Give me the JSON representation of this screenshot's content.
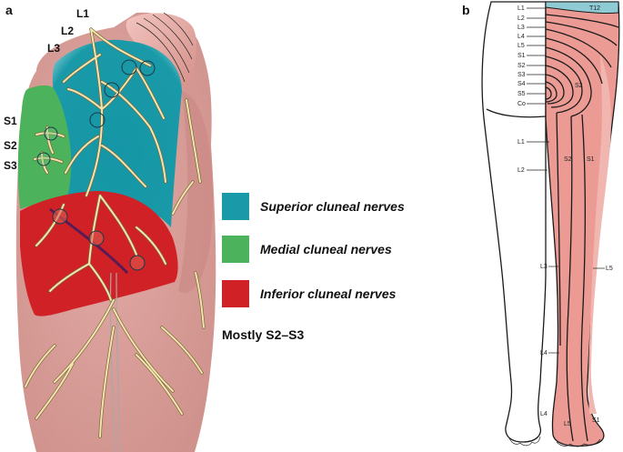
{
  "panel_a": {
    "letter": "a",
    "levels_top": [
      "L1",
      "L2",
      "L3"
    ],
    "levels_side": [
      "S1",
      "S2",
      "S3"
    ],
    "legend": [
      {
        "label": "Superior cluneal nerves",
        "color": "#1a9aa8"
      },
      {
        "label": "Medial cluneal nerves",
        "color": "#4cb35c"
      },
      {
        "label": "Inferior cluneal nerves",
        "color": "#d02226"
      }
    ],
    "note": "Mostly S2–S3"
  },
  "panel_b": {
    "letter": "b",
    "top_label": "T12",
    "column_labels": [
      "L1",
      "L2",
      "L3",
      "L4",
      "L5",
      "S1",
      "S2",
      "S3",
      "S4",
      "S5",
      "Co"
    ],
    "buttock_label": "S2",
    "left_thigh_labels": [
      "L1",
      "L2"
    ],
    "thigh_labels": [
      "S2",
      "S1"
    ],
    "knee_labels": [
      "L3",
      "L5"
    ],
    "shin_label": "L4",
    "foot_labels": [
      "L4",
      "L5",
      "S1"
    ]
  },
  "colors": {
    "skin": "#dca19c",
    "dermatome": "#ec9b94",
    "dermatome_light": "#f1b6b0",
    "t12": "#8fcbd4",
    "nerve": "#f3e4b0"
  }
}
